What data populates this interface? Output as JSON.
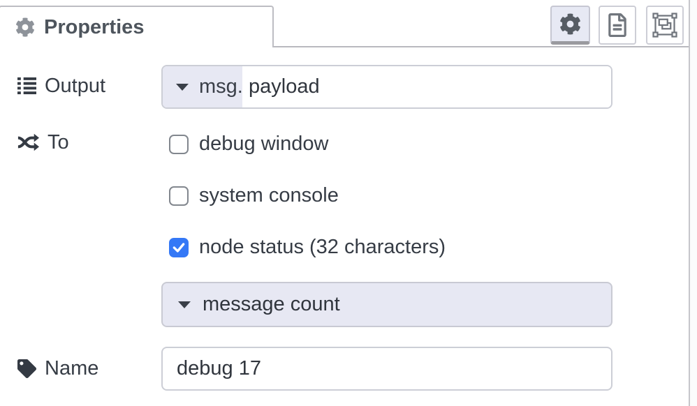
{
  "colors": {
    "accent_blue": "#3478f6",
    "lavender": "#e7e8f3",
    "border": "#ccced6",
    "text": "#363c45",
    "header_text": "#4e555d"
  },
  "tab": {
    "title": "Properties",
    "icon": "gear-icon"
  },
  "toolbar": {
    "buttons": [
      {
        "name": "properties",
        "icon": "gear-icon",
        "active": true
      },
      {
        "name": "description",
        "icon": "file-text-icon",
        "active": false
      },
      {
        "name": "appearance",
        "icon": "object-group-icon",
        "active": false
      }
    ]
  },
  "form": {
    "output": {
      "label": "Output",
      "icon": "list-icon",
      "typed_input": {
        "type": "msg.",
        "value": "payload"
      }
    },
    "to": {
      "label": "To",
      "icon": "shuffle-icon",
      "options": [
        {
          "label": "debug window",
          "checked": false
        },
        {
          "label": "system console",
          "checked": false
        },
        {
          "label": "node status (32 characters)",
          "checked": true
        }
      ]
    },
    "status_type": {
      "value": "message count",
      "icon": "caret-down-icon"
    },
    "name": {
      "label": "Name",
      "icon": "tag-icon",
      "value": "debug 17"
    }
  }
}
